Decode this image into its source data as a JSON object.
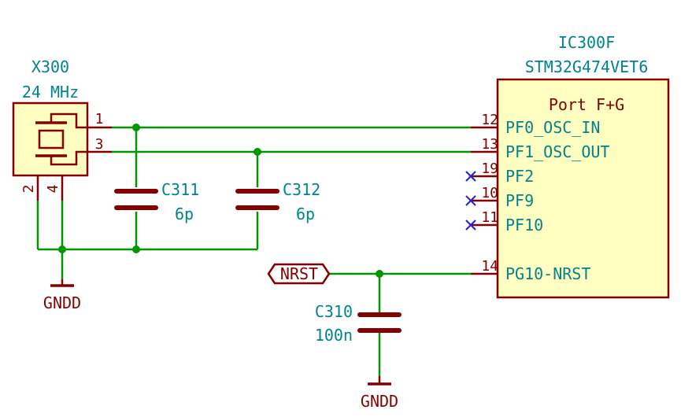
{
  "crystal": {
    "ref": "X300",
    "value": "24 MHz",
    "pins": [
      "1",
      "3",
      "2",
      "4"
    ]
  },
  "ic": {
    "ref": "IC300F",
    "part": "STM32G474VET6",
    "unit": "Port F+G",
    "pins": [
      {
        "num": "12",
        "name": "PF0_OSC_IN"
      },
      {
        "num": "13",
        "name": "PF1_OSC_OUT"
      },
      {
        "num": "19",
        "name": "PF2"
      },
      {
        "num": "10",
        "name": "PF9"
      },
      {
        "num": "11",
        "name": "PF10"
      },
      {
        "num": "14",
        "name": "PG10-NRST"
      }
    ]
  },
  "capacitors": [
    {
      "ref": "C311",
      "value": "6p"
    },
    {
      "ref": "C312",
      "value": "6p"
    },
    {
      "ref": "C310",
      "value": "100n"
    }
  ],
  "net_labels": {
    "nrst": "NRST"
  },
  "power": {
    "gnd_left": "GNDD",
    "gnd_bottom": "GNDD"
  },
  "colors": {
    "wire": "#009600",
    "component": "#840000",
    "text": "#00848a",
    "ic_fill": "#ffffc2",
    "no_connect": "#2020d0"
  }
}
